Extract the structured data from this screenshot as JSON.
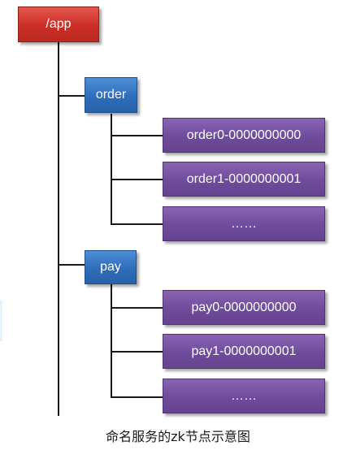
{
  "root": {
    "label": "/app",
    "color": "#cc2e26"
  },
  "groups": [
    {
      "label": "order",
      "color": "#2d6dbb",
      "children": [
        "order0-0000000000",
        "order1-0000000001",
        "……"
      ]
    },
    {
      "label": "pay",
      "color": "#2d6dbb",
      "children": [
        "pay0-0000000000",
        "pay1-0000000001",
        "……"
      ]
    }
  ],
  "child_color": "#6f4b9c",
  "caption": "命名服务的zk节点示意图"
}
